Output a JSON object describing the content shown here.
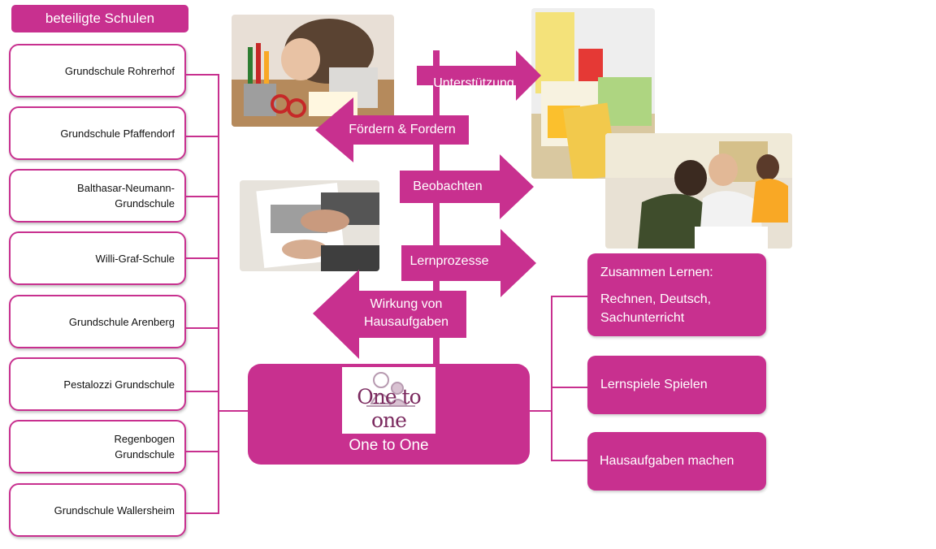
{
  "header": {
    "label": "beteiligte Schulen"
  },
  "schools": [
    "Grundschule Rohrerhof",
    "Grundschule Pfaffendorf",
    "Balthasar-Neumann-Grundschule",
    "Willi-Graf-Schule",
    "Grundschule Arenberg",
    "Pestalozzi Grundschule",
    "Regenbogen Grundschule",
    "Grundschule Wallersheim"
  ],
  "arrows": {
    "unterstuetzung": "Unterstützung",
    "foerdern": "Fördern & Fordern",
    "beobachten": "Beobachten",
    "lernprozesse": "Lernprozesse",
    "wirkung_line1": "Wirkung von",
    "wirkung_line2": "Hausaufgaben"
  },
  "center": {
    "logo_text": "One to one",
    "title": "One to One"
  },
  "activities": {
    "zusammen_title": "Zusammen Lernen:",
    "zusammen_line1": "Rechnen, Deutsch,",
    "zusammen_line2": "Sachunterricht",
    "lernspiele": "Lernspiele Spielen",
    "hausaufgaben": "Hausaufgaben machen"
  },
  "colors": {
    "accent": "#c8308f",
    "logo_text": "#7b2a5f"
  }
}
